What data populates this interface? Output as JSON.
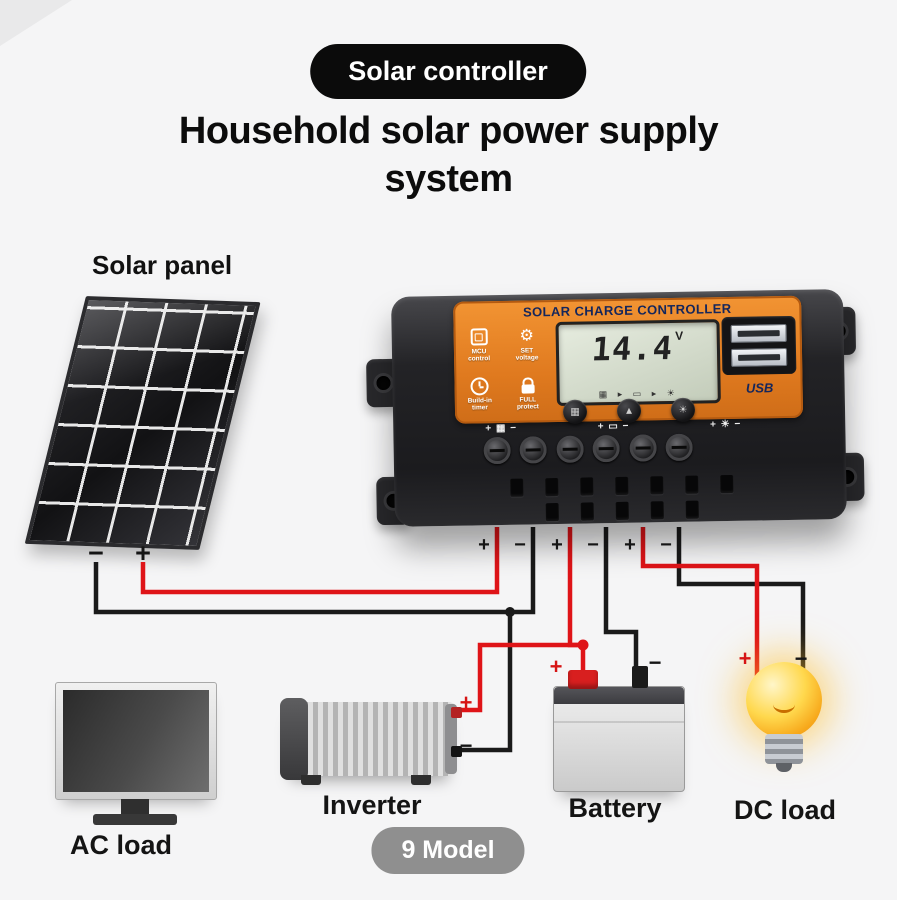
{
  "badge": {
    "label": "Solar controller"
  },
  "title": {
    "line1": "Household solar power supply",
    "line2": "system"
  },
  "solar_panel": {
    "label": "Solar panel"
  },
  "controller": {
    "title": "SOLAR CHARGE CONTROLLER",
    "features": [
      {
        "label": "MCU\ncontrol"
      },
      {
        "label": "SET\nvoltage",
        "glyph": "⚙"
      },
      {
        "label": "Build-in\ntimer"
      },
      {
        "label": "FULL\nprotect"
      }
    ],
    "lcd": {
      "value": "14.4",
      "unit": "V",
      "icons": "▦ ▸ ▭ ▸ ☀"
    },
    "usb_label": "USB",
    "buttons": [
      "▦",
      "▲",
      "☀"
    ],
    "terminal_groups": [
      "+ ▦ −",
      "+ ▭ −",
      "+ ☀ −"
    ],
    "wire_signs": [
      "+",
      "−",
      "+",
      "−",
      "+",
      "−"
    ]
  },
  "signs": {
    "panel_minus": "−",
    "panel_plus": "+",
    "inverter_plus": "+",
    "inverter_minus": "−",
    "battery_plus": "+",
    "battery_minus": "−",
    "dc_plus": "+",
    "dc_minus": "−"
  },
  "devices": {
    "ac_load": "AC load",
    "inverter": "Inverter",
    "battery": "Battery",
    "dc_load": "DC load"
  },
  "model_badge": {
    "label": "9 Model"
  },
  "colors": {
    "wire_red": "#df1418",
    "wire_black": "#1a1a1a",
    "plate_orange": "#e8832a",
    "navy": "#14265c"
  }
}
